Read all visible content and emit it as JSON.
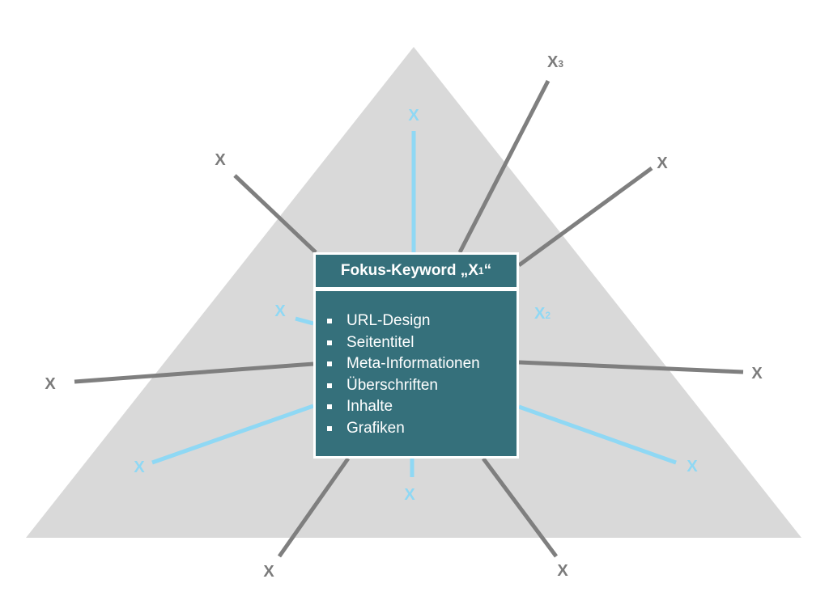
{
  "colors": {
    "triangle": "#d9d9d9",
    "gray_line": "#7f7f7f",
    "blue_line": "#8fd8f4",
    "box": "#35707b"
  },
  "box": {
    "title_prefix": "Fokus-Keyword „X",
    "title_sub": "1",
    "title_suffix": "“",
    "items": [
      "URL-Design",
      "Seitentitel",
      "Meta-Informationen",
      "Überschriften",
      "Inhalte",
      "Grafiken"
    ]
  },
  "labels": {
    "x": "X",
    "x2_sub": "2",
    "x3_sub": "3"
  }
}
